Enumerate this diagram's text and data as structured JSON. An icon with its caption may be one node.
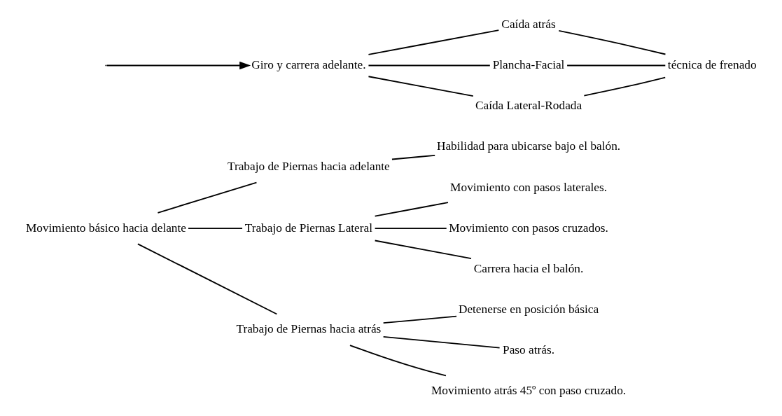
{
  "diagram": {
    "nodes": [
      {
        "text": [
          "Movimiento básico hacia delante"
        ]
      },
      {
        "text": [
          "Trabajo de Piernas hacia adelante"
        ]
      },
      {
        "text": [
          "Trabajo de Piernas Lateral"
        ]
      },
      {
        "text": [
          "Trabajo de Piernas hacia atrás"
        ]
      },
      {
        "text": [
          "Habilidad para ubicarse bajo el balón."
        ]
      },
      {
        "text": [
          "Movimiento con pasos laterales."
        ]
      },
      {
        "text": [
          "Movimiento con pasos cruzados."
        ]
      },
      {
        "text": [
          "Carrera hacia el balón."
        ]
      },
      {
        "text": [
          "Detenerse en posición básica"
        ]
      },
      {
        "text": [
          "Paso atrás."
        ]
      },
      {
        "text": [
          "Movimiento atrás 45º con paso cruzado."
        ]
      },
      {
        "text": [
          "Giro y carrera adelante."
        ]
      },
      {
        "text": [
          "Caída atrás"
        ]
      },
      {
        "text": [
          "Plancha-Facial"
        ]
      },
      {
        "text": [
          "Caída Lateral-Rodada"
        ]
      },
      {
        "text": [
          "técnica de frenado"
        ]
      }
    ],
    "edges": [
      {
        "from": 0,
        "to": 1,
        "arrow": "none"
      },
      {
        "from": 0,
        "to": 2,
        "arrow": "none"
      },
      {
        "from": 0,
        "to": 3,
        "arrow": "none"
      },
      {
        "from": 1,
        "to": 4,
        "arrow": "none"
      },
      {
        "from": 2,
        "to": 5,
        "arrow": "none"
      },
      {
        "from": 2,
        "to": 6,
        "arrow": "none"
      },
      {
        "from": 2,
        "to": 7,
        "arrow": "none"
      },
      {
        "from": 3,
        "to": 8,
        "arrow": "none"
      },
      {
        "from": 3,
        "to": 9,
        "arrow": "none"
      },
      {
        "from": 3,
        "to": 10,
        "arrow": "none"
      },
      {
        "from": null,
        "to": 11,
        "arrow": "to"
      },
      {
        "from": 11,
        "to": 12,
        "arrow": "none"
      },
      {
        "from": 11,
        "to": 13,
        "arrow": "none"
      },
      {
        "from": 11,
        "to": 14,
        "arrow": "none"
      },
      {
        "from": 12,
        "to": 15,
        "arrow": "none"
      },
      {
        "from": 13,
        "to": 15,
        "arrow": "none"
      },
      {
        "from": 14,
        "to": 15,
        "arrow": "none"
      }
    ]
  }
}
